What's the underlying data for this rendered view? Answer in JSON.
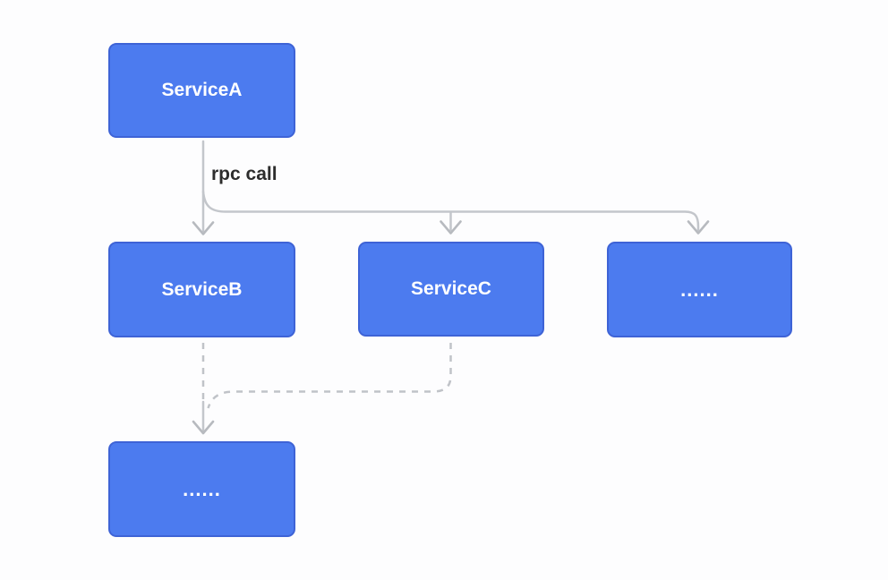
{
  "diagram": {
    "title": "rpc fan-out diagram",
    "colors": {
      "background": "#fdfdfe",
      "node_fill": "#4c7bef",
      "node_border": "#3e63d6",
      "node_text": "#ffffff",
      "connector": "#c3c6cb",
      "edge_label_text": "#2d2d2d"
    },
    "nodes": {
      "serviceA": {
        "label": "ServiceA"
      },
      "serviceB": {
        "label": "ServiceB"
      },
      "serviceC": {
        "label": "ServiceC"
      },
      "othersRight": {
        "label": "......"
      },
      "othersBottom": {
        "label": "......"
      }
    },
    "edges": {
      "rpc_call_label": "rpc call",
      "solid_style": "solid line with open chevron arrowheads, ServiceA fans out to ServiceB, ServiceC and more",
      "dashed_style": "dashed lines from ServiceB and ServiceC merging into arrow to bottom node"
    }
  }
}
